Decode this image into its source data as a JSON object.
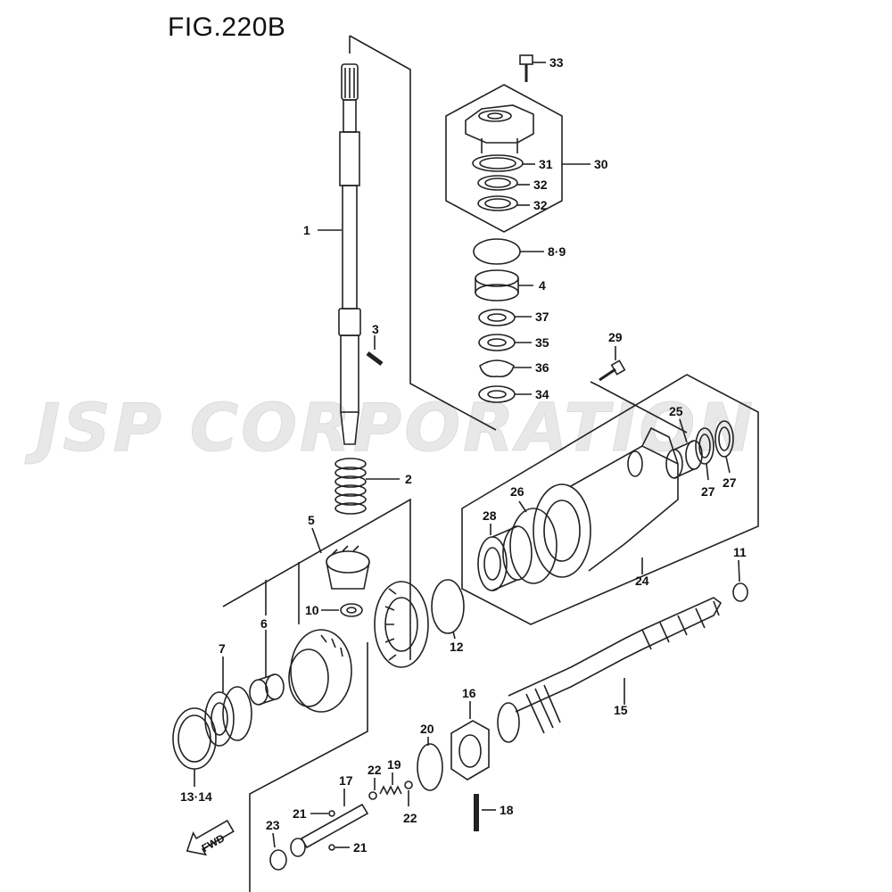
{
  "figure": {
    "title": "FIG.220B"
  },
  "watermark": {
    "text": "JSP CORPORATION"
  },
  "fwd_label": "FWD",
  "callouts": {
    "c1": "1",
    "c2": "2",
    "c3": "3",
    "c4": "4",
    "c5": "5",
    "c6": "6",
    "c7": "7",
    "c8_9": "8·9",
    "c10": "10",
    "c11": "11",
    "c12": "12",
    "c13_14": "13·14",
    "c15": "15",
    "c16": "16",
    "c17": "17",
    "c18": "18",
    "c19": "19",
    "c20": "20",
    "c21a": "21",
    "c21b": "21",
    "c22a": "22",
    "c22b": "22",
    "c23": "23",
    "c24": "24",
    "c25": "25",
    "c26": "26",
    "c27a": "27",
    "c27b": "27",
    "c28": "28",
    "c29": "29",
    "c30": "30",
    "c31": "31",
    "c32a": "32",
    "c32b": "32",
    "c33": "33",
    "c34": "34",
    "c35": "35",
    "c36": "36",
    "c37": "37"
  },
  "colors": {
    "line": "#222222",
    "watermark": "#e8e8e8"
  }
}
